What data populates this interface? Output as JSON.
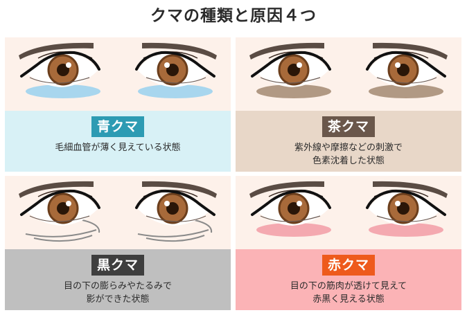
{
  "title": "クマの種類と原因４つ",
  "colors": {
    "iris": "#a86a3a",
    "iris_dark": "#6b3e1c",
    "brow": "#5a4c44",
    "skin": "#fdf1ea"
  },
  "cards": [
    {
      "label": "青クマ",
      "desc_lines": [
        "毛細血管が薄く見えている状態"
      ],
      "label_bg": "#2d9bb3",
      "panel_bg": "#d8f1f6",
      "shadow_color": "#9ed3ee",
      "shadow_type": "blue"
    },
    {
      "label": "茶クマ",
      "desc_lines": [
        "紫外線や摩擦などの刺激で",
        "色素沈着した状態"
      ],
      "label_bg": "#6a574b",
      "panel_bg": "#e8d7c8",
      "shadow_color": "#a38a72",
      "shadow_type": "brown"
    },
    {
      "label": "黒クマ",
      "desc_lines": [
        "目の下の膨らみやたるみで",
        "影ができた状態"
      ],
      "label_bg": "#3e3e3e",
      "panel_bg": "#bfbfbf",
      "shadow_color": "#8a8a8a",
      "shadow_type": "black"
    },
    {
      "label": "赤クマ",
      "desc_lines": [
        "目の下の筋肉が透けて見えて",
        "赤黒く見える状態"
      ],
      "label_bg": "#ee5a1c",
      "panel_bg": "#fbb3b6",
      "shadow_color": "#f3a1aa",
      "shadow_type": "red"
    }
  ]
}
